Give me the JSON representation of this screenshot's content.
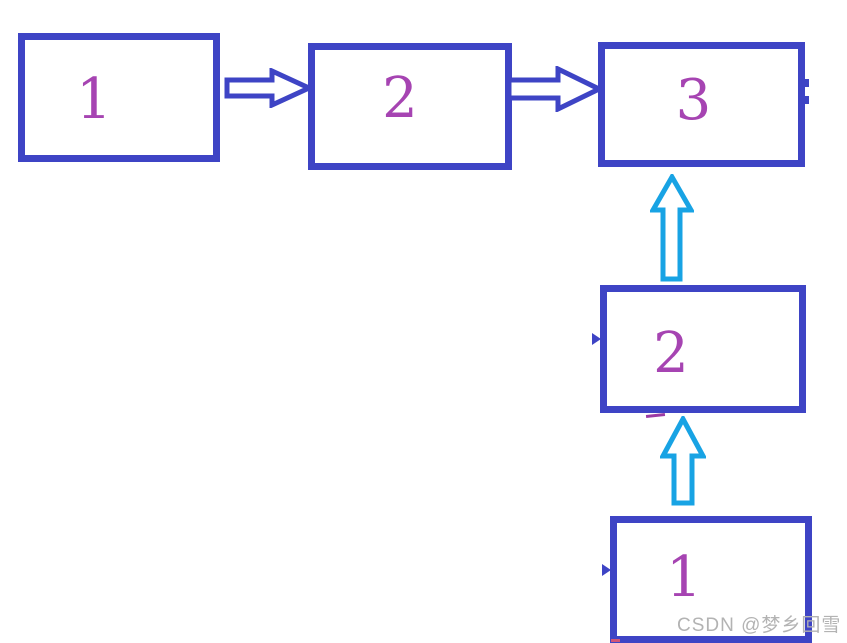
{
  "colors": {
    "background": "#ffffff",
    "blue": "#3e44c5",
    "cyan": "#18a3e4",
    "digit": "#a644b2",
    "purple_mark": "#9c3ba4",
    "red_mark": "#d25577",
    "watermark": "#b3b3b3"
  },
  "watermark": {
    "text": "CSDN @梦乡回雪"
  },
  "diagram": {
    "type": "linked-list",
    "nodes": [
      {
        "id": "top-1",
        "label": "1"
      },
      {
        "id": "top-2",
        "label": "2"
      },
      {
        "id": "top-3",
        "label": "3"
      },
      {
        "id": "mid-2",
        "label": "2"
      },
      {
        "id": "bottom-1",
        "label": "1"
      }
    ],
    "edges": [
      {
        "from": "top-1",
        "to": "top-2",
        "shape": "hollow-block-arrow",
        "color": "blue",
        "direction": "right"
      },
      {
        "from": "top-2",
        "to": "top-3",
        "shape": "hollow-block-arrow",
        "color": "blue",
        "direction": "right"
      },
      {
        "from": "mid-2",
        "to": "top-3",
        "shape": "hollow-block-arrow",
        "color": "cyan",
        "direction": "up"
      },
      {
        "from": "bottom-1",
        "to": "mid-2",
        "shape": "hollow-block-arrow",
        "color": "cyan",
        "direction": "up"
      }
    ]
  }
}
